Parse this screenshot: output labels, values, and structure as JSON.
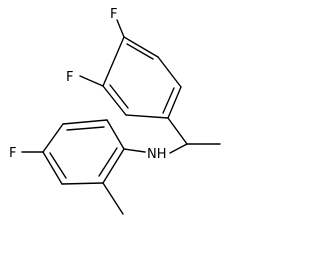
{
  "molecule": {
    "atoms": {
      "f_top": "F",
      "f_left": "F",
      "f_bottom": "F",
      "nh": "NH"
    }
  }
}
